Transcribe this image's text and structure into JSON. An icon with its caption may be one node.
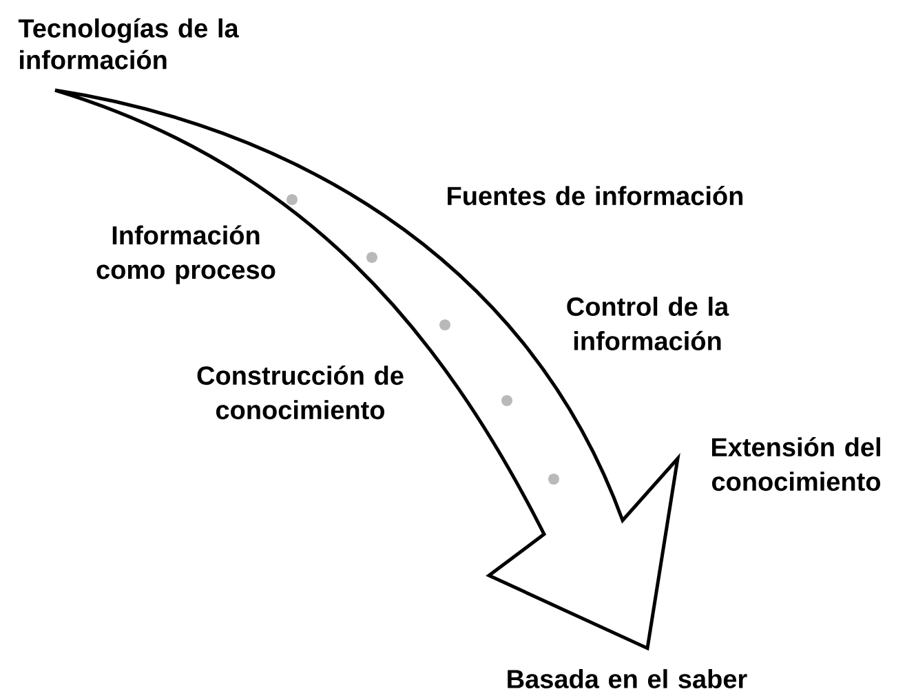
{
  "diagram": {
    "nodes": [
      {
        "text": [
          "Tecnologías de la información"
        ]
      },
      {
        "text": [
          "Basada en el saber"
        ]
      }
    ],
    "edges": [
      {
        "from": 0,
        "to": 1,
        "arrow": "to"
      }
    ],
    "labels": [
      "Fuentes de información",
      "Información como proceso",
      "Control de la información",
      "Construcción de conocimiento",
      "Extensión del conocimiento"
    ]
  }
}
